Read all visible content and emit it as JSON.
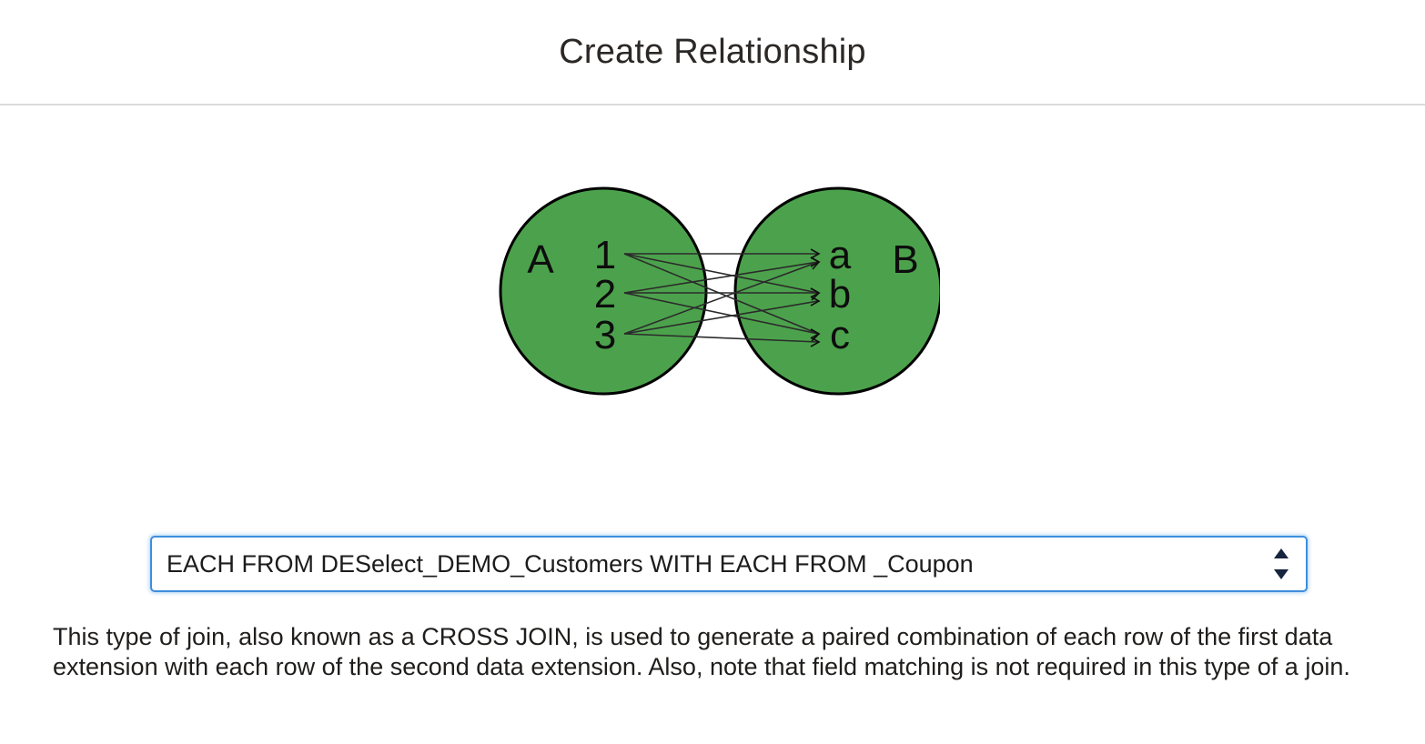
{
  "header": {
    "title": "Create Relationship"
  },
  "diagram": {
    "type": "cross-join-venn",
    "alt": "Two green circles labelled A and B; every element of A connects to every element of B",
    "set_a": {
      "label": "A",
      "items": [
        "1",
        "2",
        "3"
      ]
    },
    "set_b": {
      "label": "B",
      "items": [
        "a",
        "b",
        "c"
      ]
    },
    "edges": [
      [
        "1",
        "a"
      ],
      [
        "1",
        "b"
      ],
      [
        "1",
        "c"
      ],
      [
        "2",
        "a"
      ],
      [
        "2",
        "b"
      ],
      [
        "2",
        "c"
      ],
      [
        "3",
        "a"
      ],
      [
        "3",
        "b"
      ],
      [
        "3",
        "c"
      ]
    ],
    "colors": {
      "circle_fill": "#4ca24c",
      "circle_stroke": "#000000",
      "edge_stroke": "#2b2b2b",
      "label_color": "#0d0d0d"
    }
  },
  "relationship_select": {
    "value": "EACH FROM DESelect_DEMO_Customers WITH EACH FROM _Coupon",
    "placeholder": "Select a relationship",
    "options": [
      "EACH FROM DESelect_DEMO_Customers WITH EACH FROM _Coupon"
    ],
    "spinner_up_icon": "triangle-up-icon",
    "spinner_down_icon": "triangle-down-icon",
    "focus_border_color": "#3e8ede"
  },
  "description": {
    "text": "This type of join, also known as a CROSS JOIN, is used to generate a paired combination of each row of the first data extension with each row of the second data extension. Also, note that field matching is not required in this type of a join."
  }
}
